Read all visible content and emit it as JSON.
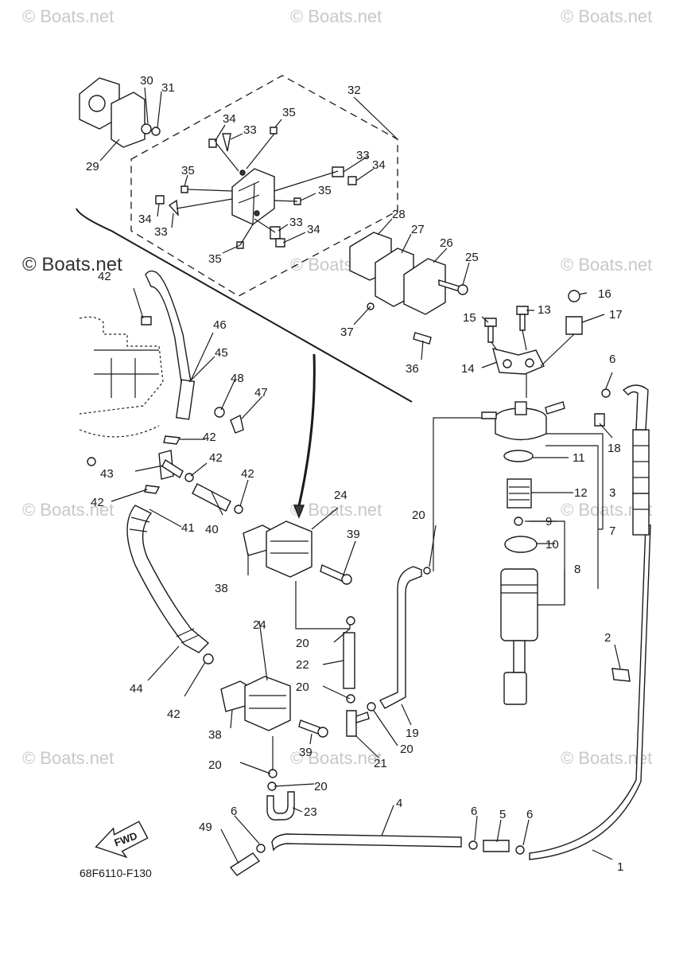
{
  "diagram": {
    "diagram_code": "68F6110-F130",
    "direction_label": "FWD",
    "watermark_text": "© Boats.net",
    "callouts": [
      {
        "id": "c1",
        "label": "1"
      },
      {
        "id": "c2",
        "label": "2"
      },
      {
        "id": "c3",
        "label": "3"
      },
      {
        "id": "c4",
        "label": "4"
      },
      {
        "id": "c5",
        "label": "5"
      },
      {
        "id": "c6a",
        "label": "6"
      },
      {
        "id": "c6b",
        "label": "6"
      },
      {
        "id": "c6c",
        "label": "6"
      },
      {
        "id": "c6d",
        "label": "6"
      },
      {
        "id": "c7",
        "label": "7"
      },
      {
        "id": "c8",
        "label": "8"
      },
      {
        "id": "c9",
        "label": "9"
      },
      {
        "id": "c10",
        "label": "10"
      },
      {
        "id": "c11",
        "label": "11"
      },
      {
        "id": "c12",
        "label": "12"
      },
      {
        "id": "c13",
        "label": "13"
      },
      {
        "id": "c14",
        "label": "14"
      },
      {
        "id": "c15",
        "label": "15"
      },
      {
        "id": "c16",
        "label": "16"
      },
      {
        "id": "c17",
        "label": "17"
      },
      {
        "id": "c18",
        "label": "18"
      },
      {
        "id": "c19",
        "label": "19"
      },
      {
        "id": "c20a",
        "label": "20"
      },
      {
        "id": "c20b",
        "label": "20"
      },
      {
        "id": "c20c",
        "label": "20"
      },
      {
        "id": "c20d",
        "label": "20"
      },
      {
        "id": "c20e",
        "label": "20"
      },
      {
        "id": "c20f",
        "label": "20"
      },
      {
        "id": "c21",
        "label": "21"
      },
      {
        "id": "c22",
        "label": "22"
      },
      {
        "id": "c23",
        "label": "23"
      },
      {
        "id": "c24a",
        "label": "24"
      },
      {
        "id": "c24b",
        "label": "24"
      },
      {
        "id": "c25",
        "label": "25"
      },
      {
        "id": "c26",
        "label": "26"
      },
      {
        "id": "c27",
        "label": "27"
      },
      {
        "id": "c28",
        "label": "28"
      },
      {
        "id": "c29",
        "label": "29"
      },
      {
        "id": "c30",
        "label": "30"
      },
      {
        "id": "c31",
        "label": "31"
      },
      {
        "id": "c32",
        "label": "32"
      },
      {
        "id": "c33a",
        "label": "33"
      },
      {
        "id": "c33b",
        "label": "33"
      },
      {
        "id": "c33c",
        "label": "33"
      },
      {
        "id": "c33d",
        "label": "33"
      },
      {
        "id": "c34a",
        "label": "34"
      },
      {
        "id": "c34b",
        "label": "34"
      },
      {
        "id": "c34c",
        "label": "34"
      },
      {
        "id": "c34d",
        "label": "34"
      },
      {
        "id": "c35a",
        "label": "35"
      },
      {
        "id": "c35b",
        "label": "35"
      },
      {
        "id": "c35c",
        "label": "35"
      },
      {
        "id": "c35d",
        "label": "35"
      },
      {
        "id": "c36",
        "label": "36"
      },
      {
        "id": "c37",
        "label": "37"
      },
      {
        "id": "c38a",
        "label": "38"
      },
      {
        "id": "c38b",
        "label": "38"
      },
      {
        "id": "c39a",
        "label": "39"
      },
      {
        "id": "c39b",
        "label": "39"
      },
      {
        "id": "c40",
        "label": "40"
      },
      {
        "id": "c41",
        "label": "41"
      },
      {
        "id": "c42a",
        "label": "42"
      },
      {
        "id": "c42b",
        "label": "42"
      },
      {
        "id": "c42c",
        "label": "42"
      },
      {
        "id": "c42d",
        "label": "42"
      },
      {
        "id": "c42e",
        "label": "42"
      },
      {
        "id": "c42f",
        "label": "42"
      },
      {
        "id": "c43",
        "label": "43"
      },
      {
        "id": "c44",
        "label": "44"
      },
      {
        "id": "c45",
        "label": "45"
      },
      {
        "id": "c46",
        "label": "46"
      },
      {
        "id": "c47",
        "label": "47"
      },
      {
        "id": "c48",
        "label": "48"
      },
      {
        "id": "c49",
        "label": "49"
      }
    ]
  }
}
